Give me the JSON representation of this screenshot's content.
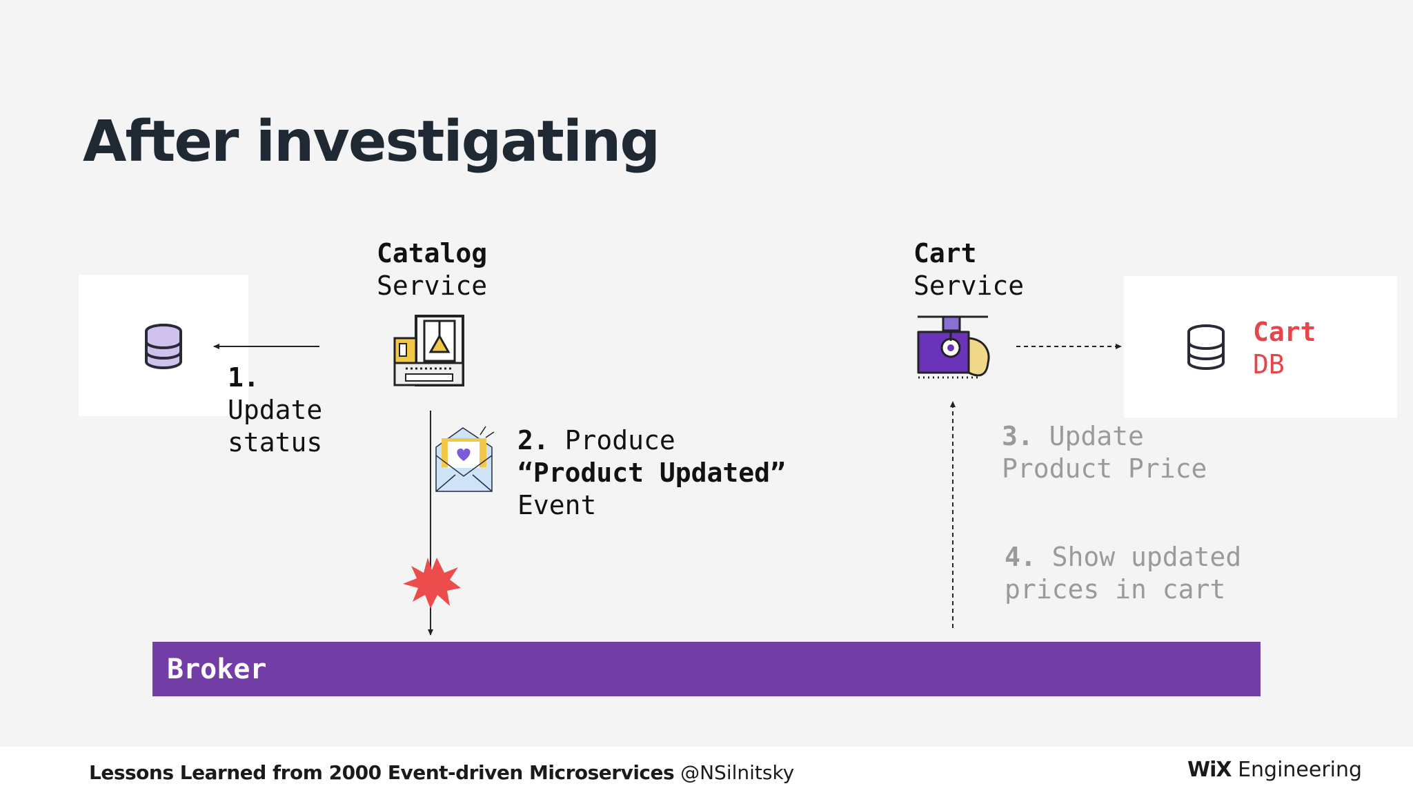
{
  "slide": {
    "title": "After investigating"
  },
  "catalog_service": {
    "name": "Catalog",
    "role": "Service"
  },
  "cart_service": {
    "name": "Cart",
    "role": "Service"
  },
  "cart_db": {
    "line1": "Cart",
    "line2": "DB"
  },
  "steps": [
    {
      "num": "1.",
      "lines": [
        "Update",
        "status"
      ]
    },
    {
      "num": "2.",
      "first": "Produce",
      "lines": [
        "“Product Updated”",
        "Event"
      ]
    },
    {
      "num": "3.",
      "first": "Update",
      "lines": [
        "Product Price"
      ]
    },
    {
      "num": "4.",
      "first": "Show updated",
      "lines": [
        "prices in cart"
      ]
    }
  ],
  "broker": {
    "label": "Broker"
  },
  "footer": {
    "talk_title": "Lessons Learned from 2000 Event-driven Microservices",
    "handle": "@NSilnitsky",
    "logo_wordmark": "WiX",
    "logo_suffix": "Engineering"
  },
  "icons": {
    "catalog_db": "database-icon",
    "catalog_service": "printer-machine-icon",
    "cart_service": "camera-machine-icon",
    "cart_db": "database-icon",
    "event": "envelope-heart-icon",
    "failure": "explosion-icon"
  },
  "colors": {
    "broker": "#733da6",
    "cart_db_label": "#e8454a",
    "faded_text": "#9a9a9a"
  }
}
